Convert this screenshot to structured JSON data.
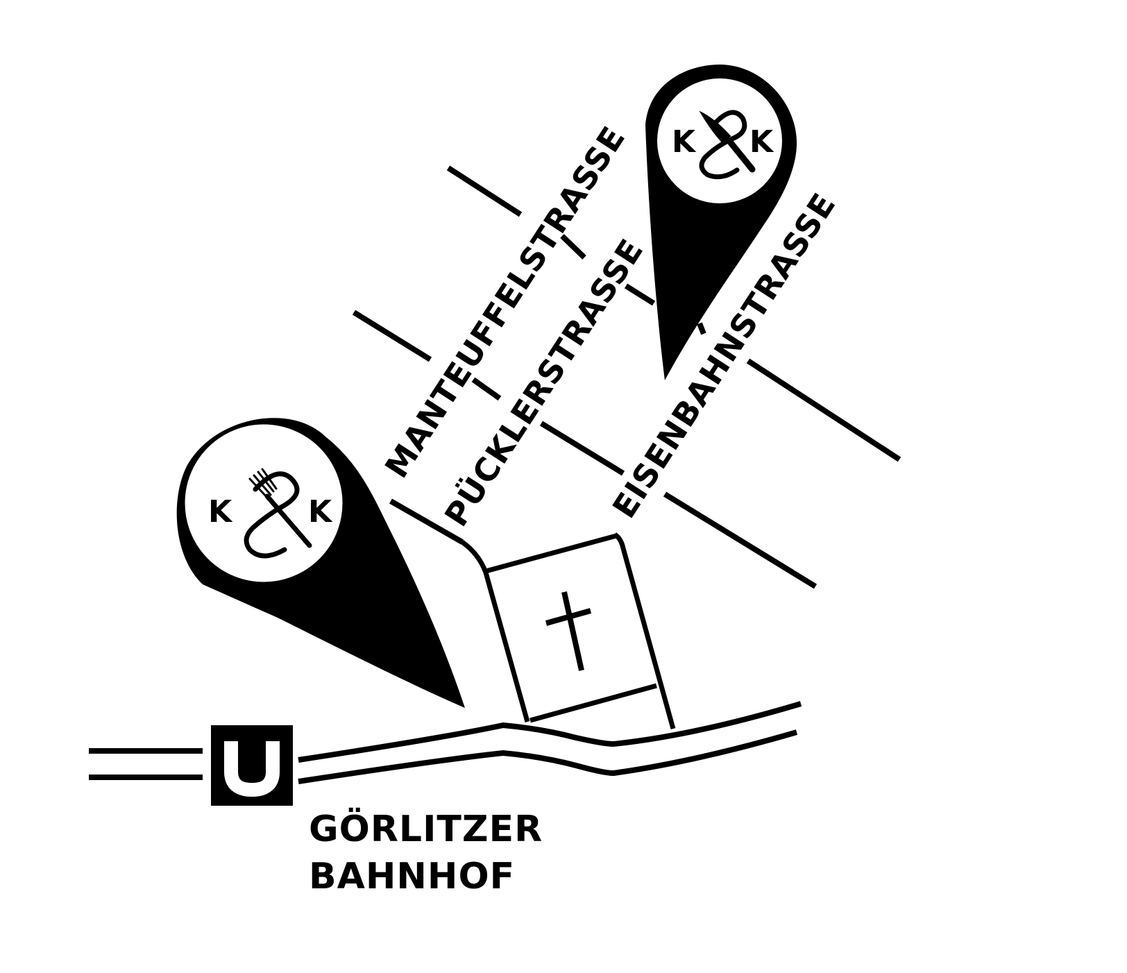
{
  "map": {
    "colors": {
      "ink": "#000000",
      "paper": "#ffffff"
    },
    "streets": {
      "manteuffel": "MANTEUFFELSTRASSE",
      "puckler": "PÜCKLERSTRASSE",
      "eisenbahn": "EISENBAHNSTRASSE"
    },
    "station": {
      "symbol": "U",
      "line1": "GÖRLITZER",
      "line2": "BAHNHOF"
    },
    "markers": [
      {
        "left_letter": "K",
        "right_letter": "K",
        "utensil": "fork"
      },
      {
        "left_letter": "K",
        "right_letter": "K",
        "utensil": "knife"
      }
    ],
    "icons": {
      "church": "church-cross-icon",
      "ubahn": "u-bahn-icon",
      "fork": "fork-icon",
      "knife": "knife-icon"
    }
  }
}
